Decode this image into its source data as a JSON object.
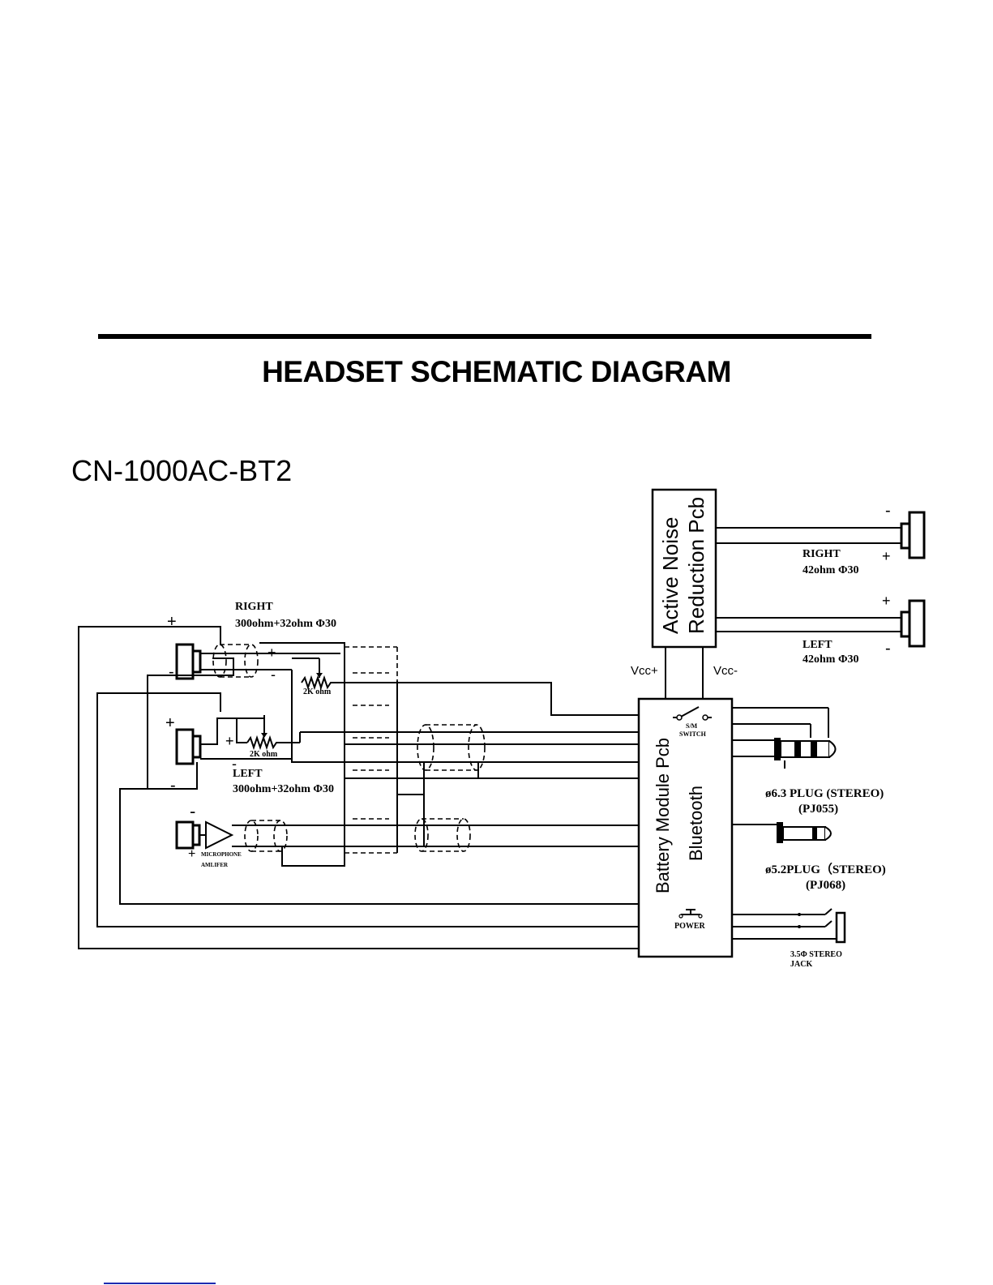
{
  "document": {
    "title": "HEADSET SCHEMATIC DIAGRAM",
    "model": "CN-1000AC-BT2"
  },
  "diagram": {
    "anr_pcb": [
      "Active Noise",
      "Reduction Pcb"
    ],
    "battery_pcb": "Battery Module Pcb",
    "bluetooth": "Bluetooth",
    "vcc_plus": "Vcc+",
    "vcc_minus": "Vcc-",
    "anr_right": {
      "name": "RIGHT",
      "spec": "42ohm Φ30"
    },
    "anr_left": {
      "name": "LEFT",
      "spec": "42ohm Φ30"
    },
    "speaker_right": {
      "name": "RIGHT",
      "spec": "300ohm+32ohm Φ30"
    },
    "speaker_left": {
      "name": "LEFT",
      "spec": "300ohm+32ohm Φ30"
    },
    "pot_top": "2K ohm",
    "pot_bottom": "2K ohm",
    "mic_label": [
      "MICROPHONE",
      "AMLIFER"
    ],
    "switch_label": [
      "S/M",
      "SWITCH"
    ],
    "power_label": "POWER",
    "plug1": {
      "name": "ø6.3 PLUG (STEREO)",
      "part": "(PJ055)"
    },
    "plug2": {
      "name": "ø5.2PLUG（STEREO)",
      "part": "(PJ068)"
    },
    "jack": [
      "3.5Φ STEREO",
      "JACK"
    ],
    "plus": "+",
    "minus": "-"
  }
}
